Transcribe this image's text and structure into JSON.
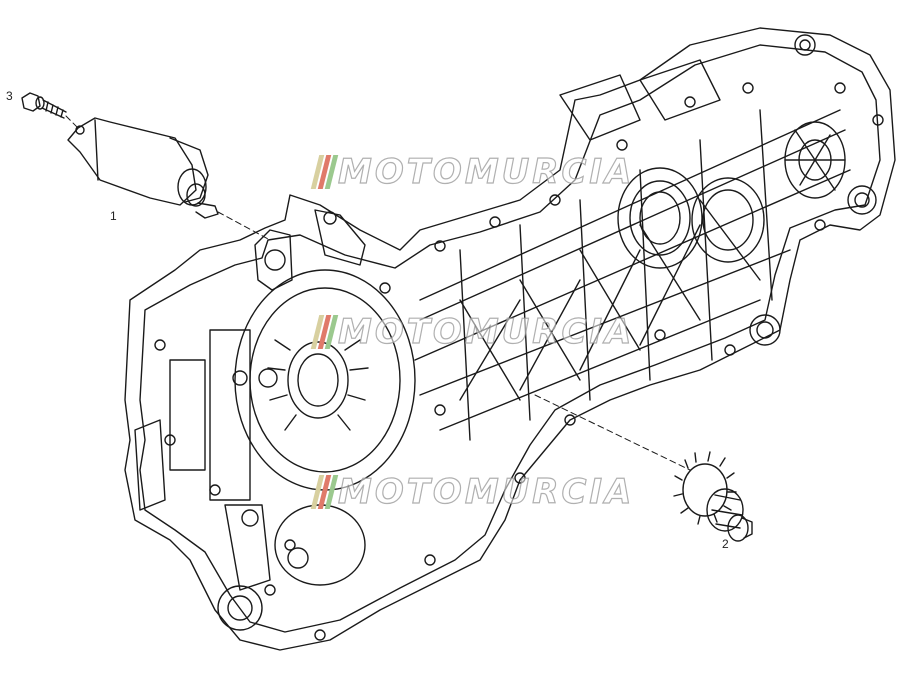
{
  "callouts": [
    {
      "id": "1",
      "label": "1"
    },
    {
      "id": "2",
      "label": "2"
    },
    {
      "id": "3",
      "label": "3"
    }
  ],
  "watermark": {
    "text": "MOTOMURCIA",
    "stripe_colors": [
      "#d8d0a0",
      "#e07a6a",
      "#9bc98e"
    ]
  },
  "colors": {
    "line": "#1a1a1a",
    "background": "#ffffff"
  }
}
